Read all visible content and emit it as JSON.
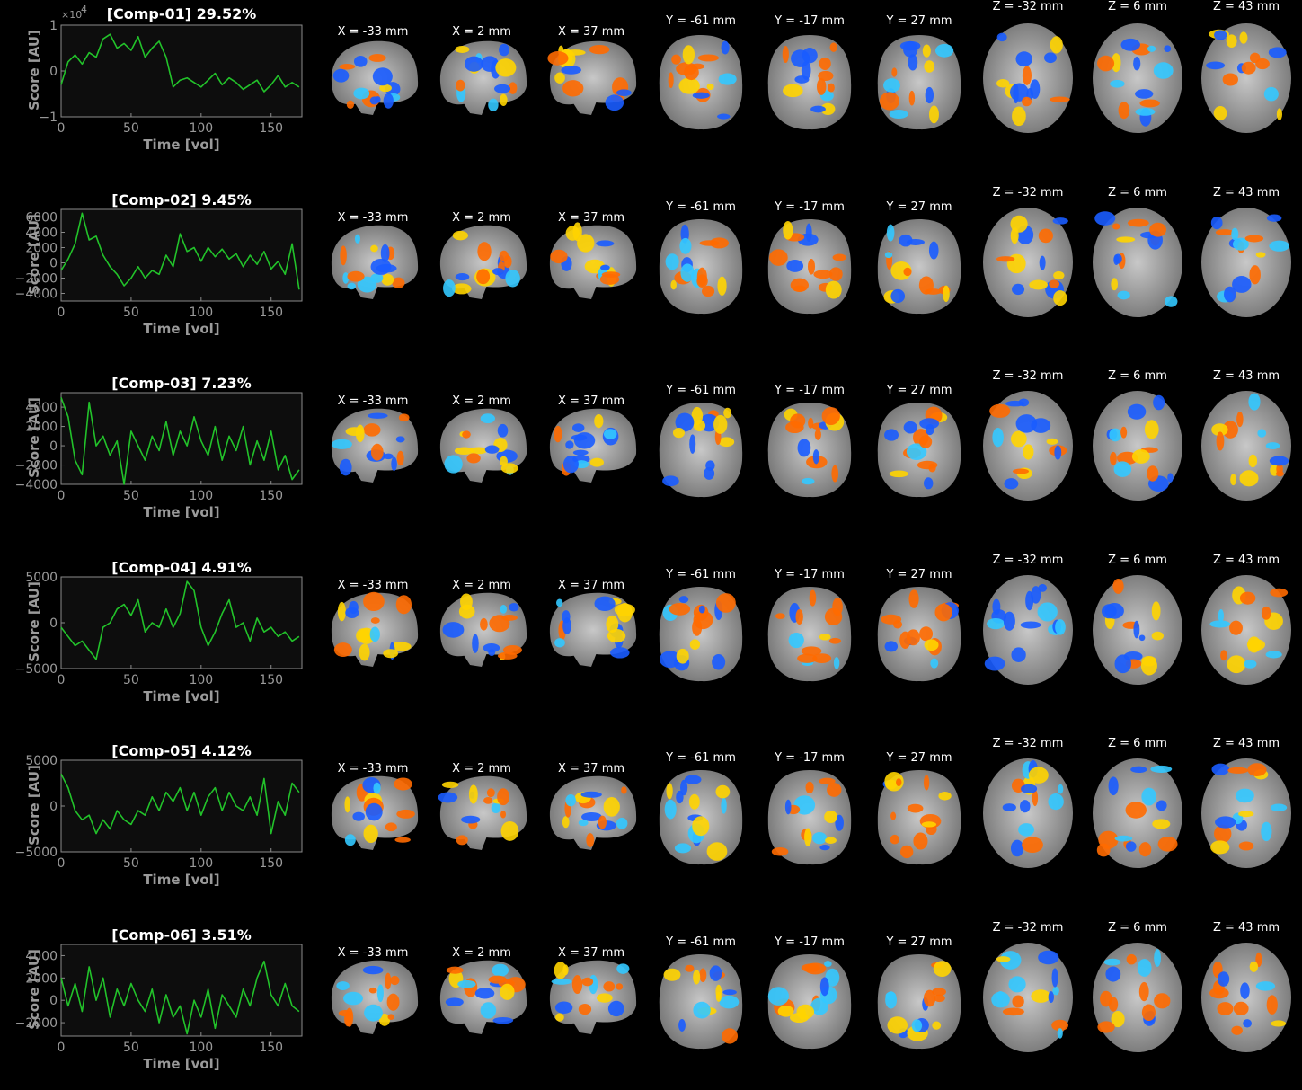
{
  "axes": {
    "xlabel": "Time [vol]",
    "ylabel": "Score [AU]",
    "trace_color": "#22c22a",
    "plot_bg": "#0d0d0d"
  },
  "slice_labels": [
    "X = -33 mm",
    "X = 2 mm",
    "X = 37 mm",
    "Y = -61 mm",
    "Y = -17 mm",
    "Y = 27 mm",
    "Z = -32 mm",
    "Z = 6 mm",
    "Z = 43 mm"
  ],
  "slice_icons": [
    "sagittal-brain-icon",
    "sagittal-brain-icon",
    "sagittal-brain-icon",
    "coronal-brain-icon",
    "coronal-brain-icon",
    "coronal-brain-icon",
    "axial-brain-icon",
    "axial-brain-icon",
    "axial-brain-icon"
  ],
  "colormap": {
    "positive": [
      "#ff6a00",
      "#ffd400"
    ],
    "negative": [
      "#1a5cff",
      "#33c8ff"
    ],
    "anatomy": "#9a9a9a"
  },
  "chart_data": [
    {
      "type": "line",
      "title": "[Comp-01] 29.52%",
      "xlabel": "Time [vol]",
      "ylabel": "Score [AU]",
      "xlim": [
        0,
        172
      ],
      "ylim": [
        -10000,
        10000
      ],
      "yticks": [
        -1,
        0,
        1
      ],
      "yscale_label": "×10",
      "yscale_exp": "4",
      "xticks": [
        0,
        50,
        100,
        150
      ],
      "series": [
        {
          "x": [
            0,
            5,
            10,
            15,
            20,
            25,
            30,
            35,
            40,
            45,
            50,
            55,
            60,
            65,
            70,
            75,
            80,
            85,
            90,
            95,
            100,
            105,
            110,
            115,
            120,
            125,
            130,
            135,
            140,
            145,
            150,
            155,
            160,
            165,
            170
          ],
          "values": [
            -3000,
            2000,
            3500,
            1500,
            4000,
            3000,
            7000,
            8000,
            5000,
            6000,
            4500,
            7500,
            3000,
            5000,
            6500,
            3000,
            -3500,
            -2000,
            -1500,
            -2500,
            -3500,
            -2000,
            -500,
            -3000,
            -1500,
            -2500,
            -4000,
            -3000,
            -2000,
            -4500,
            -3000,
            -1000,
            -3500,
            -2500,
            -3500
          ]
        }
      ]
    },
    {
      "type": "line",
      "title": "[Comp-02] 9.45%",
      "xlabel": "Time [vol]",
      "ylabel": "Score [AU]",
      "xlim": [
        0,
        172
      ],
      "ylim": [
        -5000,
        7000
      ],
      "yticks": [
        -4000,
        -2000,
        0,
        2000,
        4000,
        6000
      ],
      "xticks": [
        0,
        50,
        100,
        150
      ],
      "series": [
        {
          "x": [
            0,
            5,
            10,
            15,
            20,
            25,
            30,
            35,
            40,
            45,
            50,
            55,
            60,
            65,
            70,
            75,
            80,
            85,
            90,
            95,
            100,
            105,
            110,
            115,
            120,
            125,
            130,
            135,
            140,
            145,
            150,
            155,
            160,
            165,
            170
          ],
          "values": [
            -1000,
            500,
            2500,
            6500,
            3000,
            3500,
            1000,
            -500,
            -1500,
            -3000,
            -2000,
            -500,
            -2000,
            -1000,
            -1500,
            1000,
            -500,
            3800,
            1500,
            2000,
            200,
            2000,
            800,
            1800,
            500,
            1200,
            -500,
            1000,
            -200,
            1500,
            -800,
            200,
            -1500,
            2500,
            -3500
          ]
        }
      ]
    },
    {
      "type": "line",
      "title": "[Comp-03] 7.23%",
      "xlabel": "Time [vol]",
      "ylabel": "Score [AU]",
      "xlim": [
        0,
        172
      ],
      "ylim": [
        -4000,
        5500
      ],
      "yticks": [
        -4000,
        -2000,
        0,
        2000,
        4000
      ],
      "xticks": [
        0,
        50,
        100,
        150
      ],
      "series": [
        {
          "x": [
            0,
            5,
            10,
            15,
            20,
            25,
            30,
            35,
            40,
            45,
            50,
            55,
            60,
            65,
            70,
            75,
            80,
            85,
            90,
            95,
            100,
            105,
            110,
            115,
            120,
            125,
            130,
            135,
            140,
            145,
            150,
            155,
            160,
            165,
            170
          ],
          "values": [
            5000,
            3000,
            -1500,
            -3000,
            4500,
            0,
            1000,
            -1000,
            500,
            -4000,
            1500,
            0,
            -1500,
            1000,
            -500,
            2500,
            -1000,
            1500,
            0,
            3000,
            500,
            -1000,
            2000,
            -1500,
            1000,
            -500,
            2000,
            -2000,
            500,
            -1500,
            1500,
            -2500,
            -1000,
            -3500,
            -2500
          ]
        }
      ]
    },
    {
      "type": "line",
      "title": "[Comp-04] 4.91%",
      "xlabel": "Time [vol]",
      "ylabel": "Score [AU]",
      "xlim": [
        0,
        172
      ],
      "ylim": [
        -5000,
        5000
      ],
      "yticks": [
        -5000,
        0,
        5000
      ],
      "xticks": [
        0,
        50,
        100,
        150
      ],
      "series": [
        {
          "x": [
            0,
            5,
            10,
            15,
            20,
            25,
            30,
            35,
            40,
            45,
            50,
            55,
            60,
            65,
            70,
            75,
            80,
            85,
            90,
            95,
            100,
            105,
            110,
            115,
            120,
            125,
            130,
            135,
            140,
            145,
            150,
            155,
            160,
            165,
            170
          ],
          "values": [
            -500,
            -1500,
            -2500,
            -2000,
            -3000,
            -4000,
            -500,
            0,
            1500,
            2000,
            800,
            2500,
            -1000,
            0,
            -500,
            1500,
            -500,
            1000,
            4500,
            3500,
            -500,
            -2500,
            -1000,
            1000,
            2500,
            -500,
            0,
            -2000,
            500,
            -1000,
            -500,
            -1500,
            -1000,
            -2000,
            -1500
          ]
        }
      ]
    },
    {
      "type": "line",
      "title": "[Comp-05] 4.12%",
      "xlabel": "Time [vol]",
      "ylabel": "Score [AU]",
      "xlim": [
        0,
        172
      ],
      "ylim": [
        -5000,
        5000
      ],
      "yticks": [
        -5000,
        0,
        5000
      ],
      "xticks": [
        0,
        50,
        100,
        150
      ],
      "series": [
        {
          "x": [
            0,
            5,
            10,
            15,
            20,
            25,
            30,
            35,
            40,
            45,
            50,
            55,
            60,
            65,
            70,
            75,
            80,
            85,
            90,
            95,
            100,
            105,
            110,
            115,
            120,
            125,
            130,
            135,
            140,
            145,
            150,
            155,
            160,
            165,
            170
          ],
          "values": [
            3500,
            2000,
            -500,
            -1500,
            -1000,
            -3000,
            -1500,
            -2500,
            -500,
            -1500,
            -2000,
            -500,
            -1000,
            1000,
            -500,
            1500,
            500,
            2000,
            -500,
            1500,
            -1000,
            1000,
            2000,
            -500,
            1500,
            0,
            -500,
            1000,
            -1000,
            3000,
            -3000,
            500,
            -1000,
            2500,
            1500
          ]
        }
      ]
    },
    {
      "type": "line",
      "title": "[Comp-06] 3.51%",
      "xlabel": "Time [vol]",
      "ylabel": "Score [AU]",
      "xlim": [
        0,
        172
      ],
      "ylim": [
        -3200,
        5000
      ],
      "yticks": [
        -2000,
        0,
        2000,
        4000
      ],
      "xticks": [
        0,
        50,
        100,
        150
      ],
      "series": [
        {
          "x": [
            0,
            5,
            10,
            15,
            20,
            25,
            30,
            35,
            40,
            45,
            50,
            55,
            60,
            65,
            70,
            75,
            80,
            85,
            90,
            95,
            100,
            105,
            110,
            115,
            120,
            125,
            130,
            135,
            140,
            145,
            150,
            155,
            160,
            165,
            170
          ],
          "values": [
            2000,
            -500,
            1500,
            -1000,
            3000,
            0,
            2000,
            -1500,
            1000,
            -500,
            1500,
            0,
            -1000,
            1000,
            -2000,
            500,
            -1500,
            -500,
            -3000,
            0,
            -1500,
            1000,
            -2500,
            500,
            -500,
            -1500,
            1000,
            -500,
            2000,
            3500,
            500,
            -500,
            1500,
            -500,
            -1000
          ]
        }
      ]
    }
  ]
}
